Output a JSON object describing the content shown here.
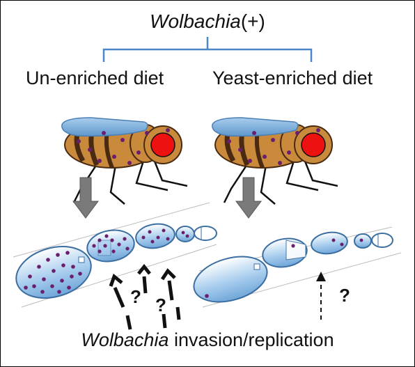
{
  "title": {
    "italic": "Wolbachia",
    "suffix": "(+)"
  },
  "conditions": {
    "left": "Un-enriched diet",
    "right": "Yeast-enriched diet"
  },
  "caption": {
    "italic": "Wolbachia",
    "rest": " invasion/replication"
  },
  "marks": {
    "question": "?"
  },
  "colors": {
    "bracket": "#4a88c9",
    "fly_body": "#c98a3c",
    "fly_stripe": "#4a2a10",
    "fly_wing": "#7fb0dd",
    "fly_eye": "#ee1111",
    "wolbachia_dot": "#6a1f6e",
    "egg_fill": "#a8cdee",
    "arrow_gray": "#7a7a7a"
  }
}
